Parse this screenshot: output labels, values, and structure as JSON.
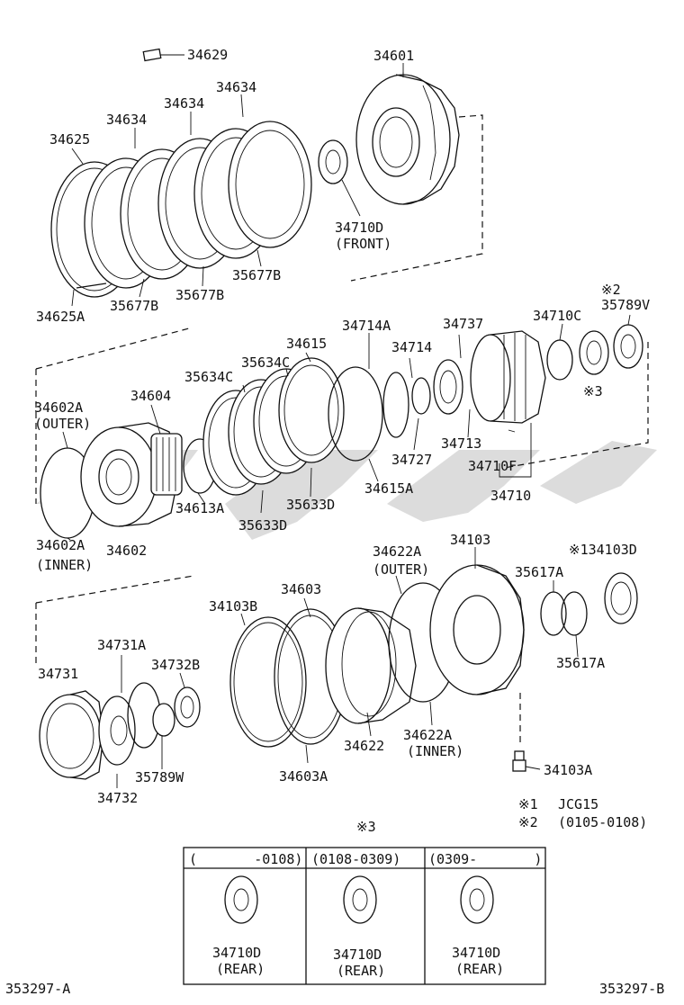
{
  "labels": {
    "l34629": "34629",
    "l34601": "34601",
    "l34634a": "34634",
    "l34634b": "34634",
    "l34634c": "34634",
    "l34625": "34625",
    "l34625A": "34625A",
    "l35677B_1": "35677B",
    "l35677B_2": "35677B",
    "l35677B_3": "35677B",
    "l34710D_front": "34710D",
    "front": "(FRONT)",
    "n2": "※2",
    "l35789V": "35789V",
    "l34710C": "34710C",
    "n3": "※3",
    "l34737": "34737",
    "l34714A": "34714A",
    "l34714": "34714",
    "l34615": "34615",
    "l35634C_1": "35634C",
    "l35634C_2": "35634C",
    "l34604": "34604",
    "l34602A_outer": "34602A",
    "outer1": "(OUTER)",
    "l34602A_inner": "34602A",
    "inner1": "(INNER)",
    "l34602": "34602",
    "l34613A": "34613A",
    "l35633D_1": "35633D",
    "l35633D_2": "35633D",
    "l34615A": "34615A",
    "l34727": "34727",
    "l34713": "34713",
    "l34710F": "34710F",
    "l34710": "34710",
    "l34622A_outer": "34622A",
    "outer2": "(OUTER)",
    "l34103": "34103",
    "l134103D": "※134103D",
    "l35617A_1": "35617A",
    "l35617A_2": "35617A",
    "l34603": "34603",
    "l34103B": "34103B",
    "l34731A": "34731A",
    "l34732B": "34732B",
    "l34731": "34731",
    "l35789W": "35789W",
    "l34732": "34732",
    "l34603A": "34603A",
    "l34622": "34622",
    "l34622A_inner": "34622A",
    "inner2": "(INNER)",
    "l34103A": "34103A",
    "note1_mark": "※1",
    "note1_text": "JCG15",
    "note2_mark": "※2",
    "note2_text": "(0105-0108)",
    "n3_box": "※3",
    "col1": "(       -0108)",
    "col2": "(0108-0309)",
    "col3": "(0309-       )",
    "rear1": "34710D",
    "rear1b": "(REAR)",
    "rear2": "34710D",
    "rear2b": "(REAR)",
    "rear3": "34710D",
    "rear3b": "(REAR)",
    "code_left": "353297-A",
    "code_right": "353297-B"
  }
}
